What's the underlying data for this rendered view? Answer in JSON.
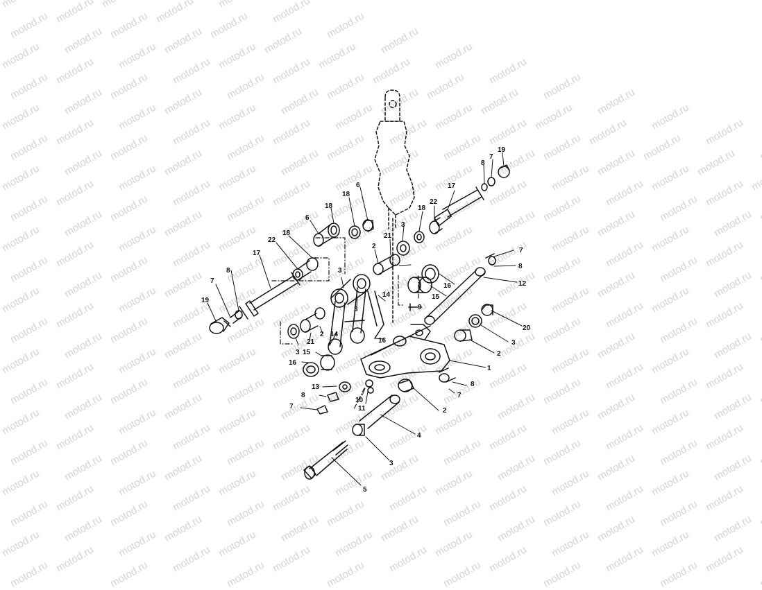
{
  "watermark": {
    "text": "motod.ru",
    "color": "#d4d4d4"
  },
  "diagram": {
    "style": "exploded parts view, black line art",
    "callouts": {
      "c1": "1",
      "c2a": "2",
      "c2b": "2",
      "c2c": "2",
      "c2d": "2",
      "c3a": "3",
      "c3b": "3",
      "c3c": "3",
      "c3d": "3",
      "c3e": "3",
      "c3f": "3",
      "c4": "4",
      "c5": "5",
      "c6a": "6",
      "c6b": "6",
      "c7a": "7",
      "c7b": "7",
      "c7c": "7",
      "c7d": "7",
      "c7e": "7",
      "c8a": "8",
      "c8b": "8",
      "c8c": "8",
      "c8d": "8",
      "c8e": "8",
      "c9": "9",
      "c10": "10",
      "c11": "11",
      "c12": "12",
      "c13": "13",
      "c14a": "14",
      "c14b": "14",
      "c15a": "15",
      "c15b": "15",
      "c16a": "16",
      "c16b": "16",
      "c16c": "16",
      "c17a": "17",
      "c17b": "17",
      "c18a": "18",
      "c18b": "18",
      "c18c": "18",
      "c18d": "18",
      "c19a": "19",
      "c19b": "19",
      "c20": "20",
      "c21a": "21",
      "c21b": "21",
      "c22a": "22",
      "c22b": "22"
    }
  }
}
